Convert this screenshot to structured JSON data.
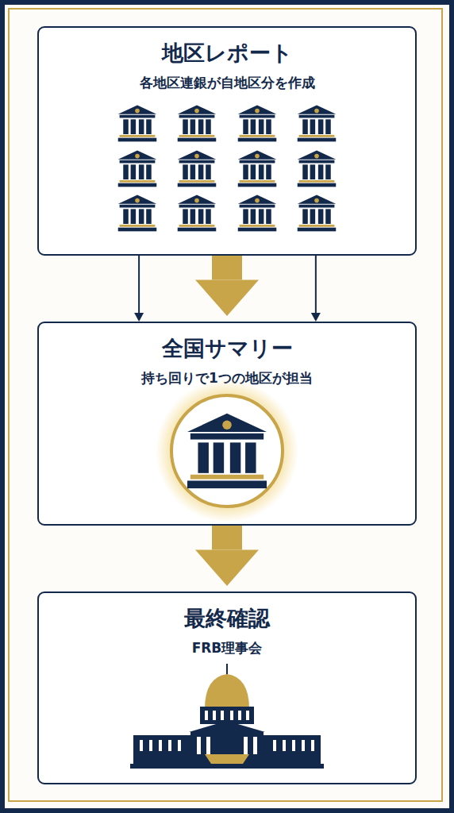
{
  "diagram": {
    "nodes": [
      {
        "text": [
          "地区レポート",
          "各地区連銀が自地区分を作成"
        ]
      },
      {
        "text": [
          "全国サマリー",
          "持ち回りで1つの地区が担当"
        ]
      },
      {
        "text": [
          "最終確認",
          "FRB理事会"
        ]
      }
    ],
    "edges": [
      {
        "from": 0,
        "to": 1,
        "arrow": "to"
      },
      {
        "from": 0,
        "to": 1,
        "arrow": "to"
      },
      {
        "from": 0,
        "to": 1,
        "arrow": "to"
      },
      {
        "from": 1,
        "to": 2,
        "arrow": "to"
      }
    ]
  }
}
